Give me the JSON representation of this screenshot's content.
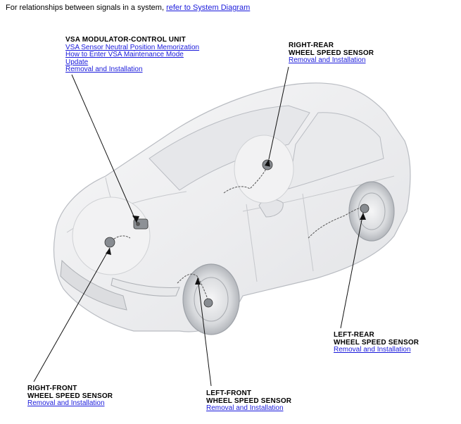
{
  "intro": {
    "text": "For relationships between signals in a system,",
    "link": "refer to System Diagram"
  },
  "callouts": {
    "vsa": {
      "title": "VSA MODULATOR-CONTROL UNIT",
      "links": [
        "VSA Sensor Neutral Position Memorization",
        "How to Enter VSA Maintenance Mode",
        "Update",
        "Removal and Installation"
      ]
    },
    "right_rear": {
      "title_lines": [
        "RIGHT-REAR",
        "WHEEL SPEED SENSOR"
      ],
      "link": "Removal and Installation"
    },
    "left_rear": {
      "title_lines": [
        "LEFT-REAR",
        "WHEEL SPEED SENSOR"
      ],
      "link": "Removal and Installation"
    },
    "right_front": {
      "title_lines": [
        "RIGHT-FRONT",
        "WHEEL SPEED SENSOR"
      ],
      "link": "Removal and Installation"
    },
    "left_front": {
      "title_lines": [
        "LEFT-FRONT",
        "WHEEL SPEED SENSOR"
      ],
      "link": "Removal and Installation"
    }
  },
  "colors": {
    "link": "#1a1adb",
    "car_fill": "#eeeef0",
    "car_stroke": "#b9bcc2",
    "wheel": "#9ea2a8"
  }
}
